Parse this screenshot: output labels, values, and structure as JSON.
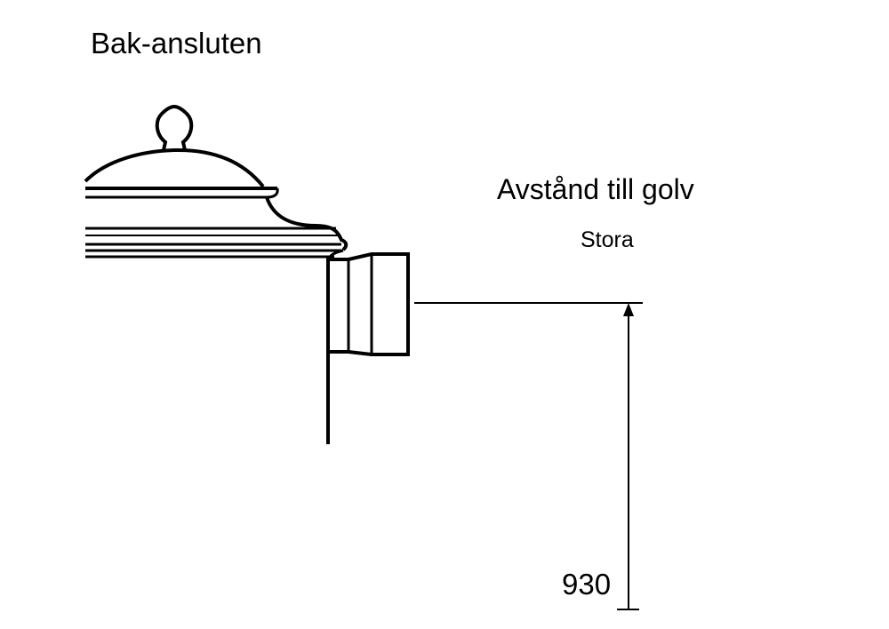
{
  "diagram": {
    "title": "Bak-ansluten",
    "dimension_heading": "Avstånd till golv",
    "size_label": "Stora",
    "dimension_value": "930",
    "colors": {
      "line": "#000000",
      "background": "#ffffff"
    }
  }
}
